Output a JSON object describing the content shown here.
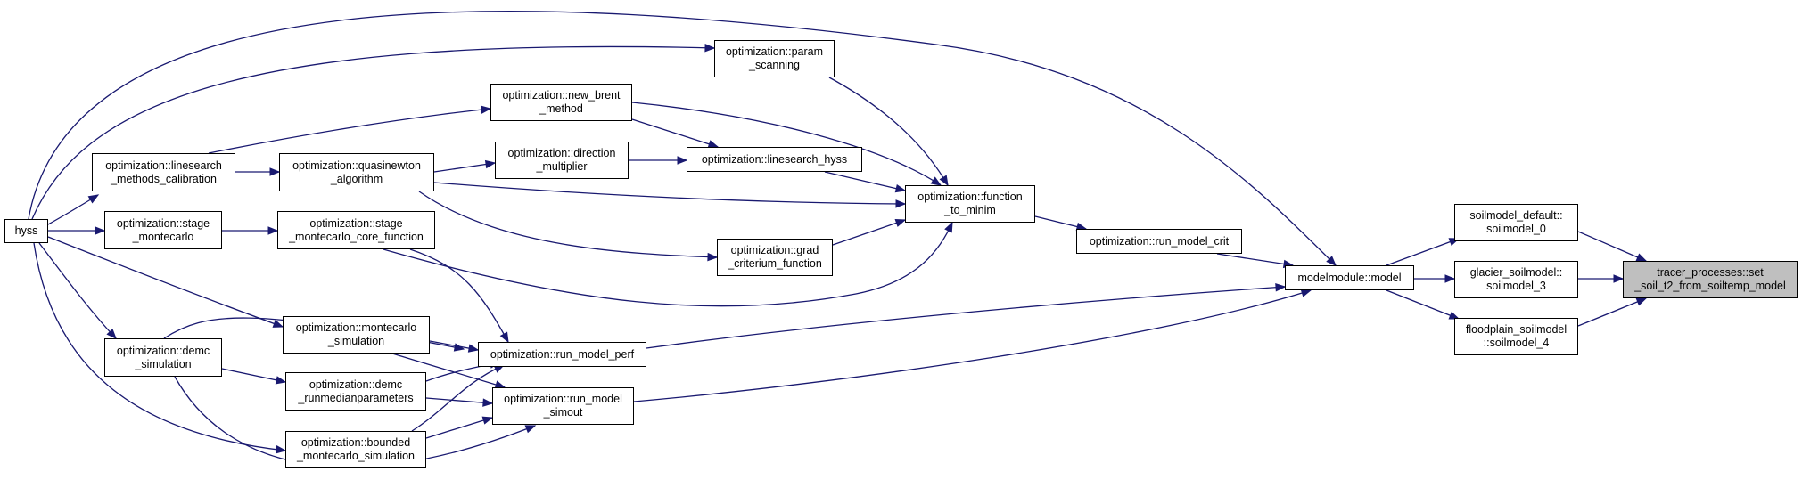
{
  "graph": {
    "colors": {
      "edge": "#191970",
      "node_border": "#000000",
      "node_fill": "#ffffff",
      "root_fill": "#bfbfbf"
    },
    "nodes": {
      "hyss": [
        "hyss"
      ],
      "lscal": [
        "optimization::linesearch",
        "_methods_calibration"
      ],
      "stagemc": [
        "optimization::stage",
        "_montecarlo"
      ],
      "demcsim": [
        "optimization::demc",
        "_simulation"
      ],
      "newbrent": [
        "optimization::new_brent",
        "_method"
      ],
      "quasi": [
        "optimization::quasinewton",
        "_algorithm"
      ],
      "stagecore": [
        "optimization::stage",
        "_montecarlo_core_function"
      ],
      "mcsim": [
        "optimization::montecarlo",
        "_simulation"
      ],
      "demcrun": [
        "optimization::demc",
        "_runmedianparameters"
      ],
      "boundedmc": [
        "optimization::bounded",
        "_montecarlo_simulation"
      ],
      "param": [
        "optimization::param",
        "_scanning"
      ],
      "direction": [
        "optimization::direction",
        "_multiplier"
      ],
      "lshyss": [
        "optimization::linesearch_hyss"
      ],
      "grad": [
        "optimization::grad",
        "_criterium_function"
      ],
      "runperf": [
        "optimization::run_model_perf"
      ],
      "simout": [
        "optimization::run_model",
        "_simout"
      ],
      "fmin": [
        "optimization::function",
        "_to_minim"
      ],
      "runcrit": [
        "optimization::run_model_crit"
      ],
      "model": [
        "modelmodule::model"
      ],
      "soil0": [
        "soilmodel_default::",
        "soilmodel_0"
      ],
      "soil3": [
        "glacier_soilmodel::",
        "soilmodel_3"
      ],
      "soil4": [
        "floodplain_soilmodel",
        "::soilmodel_4"
      ],
      "tracer": [
        "tracer_processes::set",
        "_soil_t2_from_soiltemp_model"
      ]
    }
  }
}
